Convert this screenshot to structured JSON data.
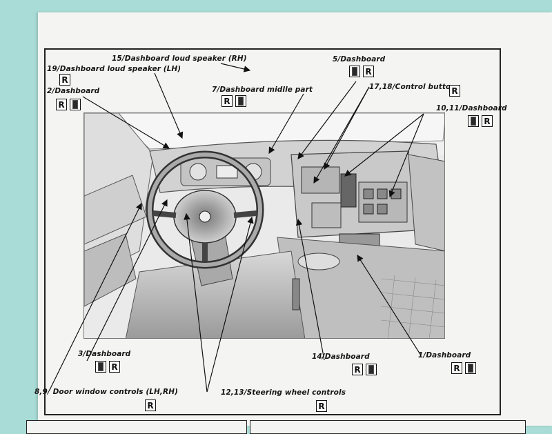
{
  "labels": {
    "l15": "15/Dashboard loud speaker (RH)",
    "l19": "19/Dashboard loud speaker (LH)",
    "l2": "2/Dashboard",
    "l7": "7/Dashboard midlle part",
    "l5": "5/Dashboard",
    "l17": "17,18/Control buttons",
    "l10": "10,11/Dashboard",
    "l3": "3/Dashboard",
    "l14": "14/Dashboard",
    "l1": "1/Dashboard",
    "l8": "8,9/ Door window controls (LH,RH)",
    "l12": "12,13/Steering wheel controls"
  },
  "side_mark": "R",
  "icons": {
    "switch": "rocker-switch-icon",
    "side_mark": "r-side-mark-icon"
  }
}
